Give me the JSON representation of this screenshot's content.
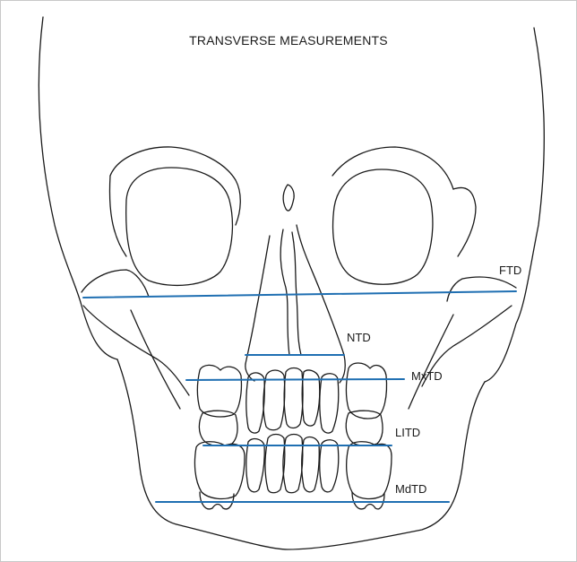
{
  "title": "TRANSVERSE MEASUREMENTS",
  "labels": {
    "ftd": "FTD",
    "ntd": "NTD",
    "mxtd": "MxTD",
    "litd": "LITD",
    "mdtd": "MdTD"
  },
  "colors": {
    "measurement_line": "#1f6fb2",
    "outline": "#1a1a1a",
    "background": "#ffffff"
  }
}
